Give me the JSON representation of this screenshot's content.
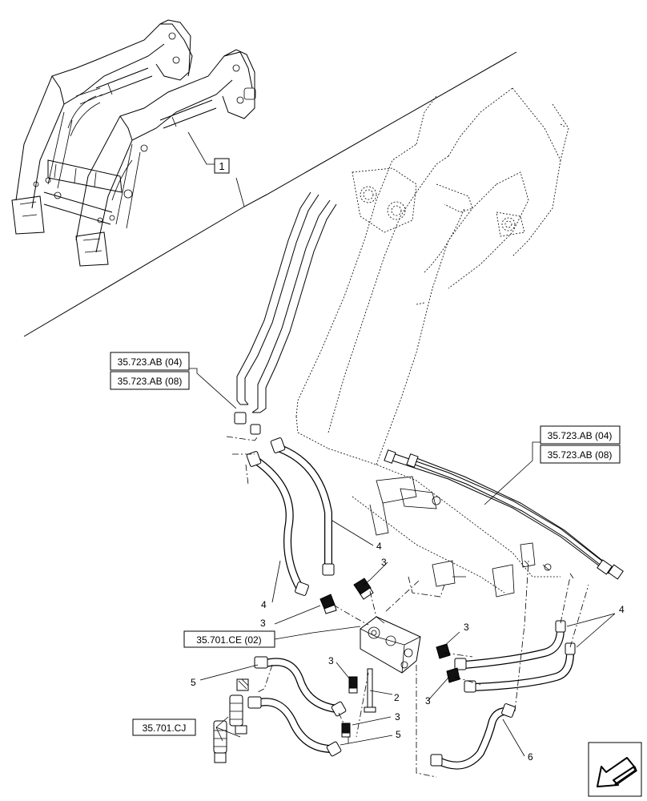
{
  "callouts": {
    "view_ref": "1",
    "ref_35723_ab_04_left": "35.723.AB (04)",
    "ref_35723_ab_08_left": "35.723.AB (08)",
    "ref_35723_ab_04_right": "35.723.AB (04)",
    "ref_35723_ab_08_right": "35.723.AB (08)",
    "ref_35701_ce": "35.701.CE (02)",
    "ref_35701_cj": "35.701.CJ"
  },
  "item_numbers": {
    "n1": "2",
    "n2": "3",
    "n3": "3",
    "n4": "3",
    "n5": "3",
    "n6": "3",
    "n7": "3",
    "n8": "4",
    "n9": "4",
    "n10": "4",
    "n11": "5",
    "n12": "5",
    "n13": "6"
  },
  "icons": {
    "corner": "arrow-icon"
  }
}
